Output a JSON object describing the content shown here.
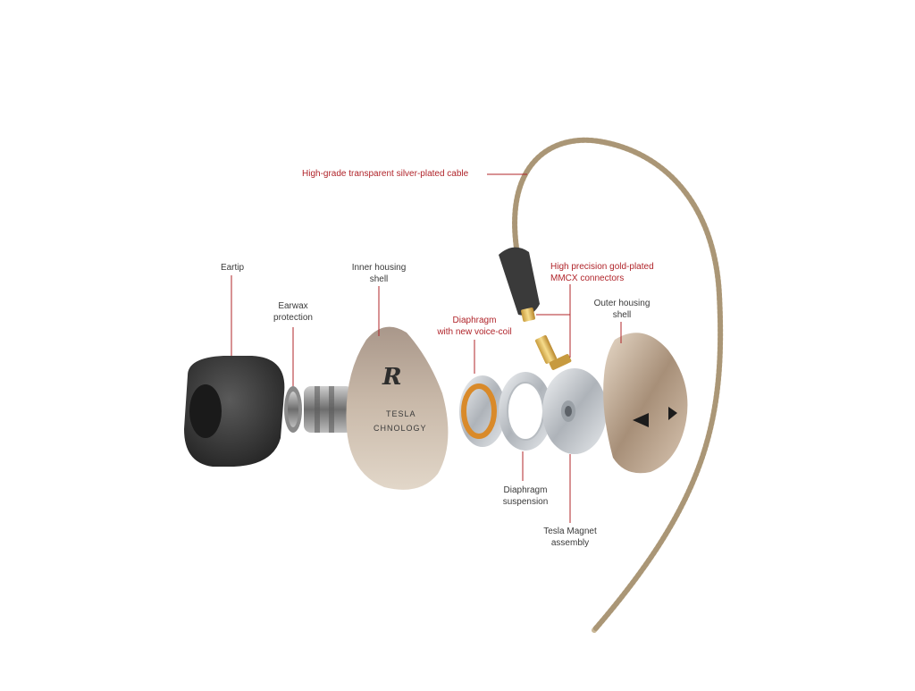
{
  "colors": {
    "grey_text": "#3a3a3a",
    "red_text": "#b0242a",
    "leader_line": "#b0242a",
    "cable": "#c9b796",
    "shell": "#b9a48c",
    "foam_tip": "#3c3c3c",
    "copper_coil": "#d98a2a",
    "silver": "#c9cdd2"
  },
  "labels": {
    "cable": "High-grade transparent silver-plated cable",
    "eartip": "Eartip",
    "earwax_1": "Earwax",
    "earwax_2": "protection",
    "inner_1": "Inner housing",
    "inner_2": "shell",
    "diaphragm_1": "Diaphragm",
    "diaphragm_2": "with new voice-coil",
    "mmcx_1": "High precision gold-plated",
    "mmcx_2": "MMCX connectors",
    "outer_1": "Outer housing",
    "outer_2": "shell",
    "suspension_1": "Diaphragm",
    "suspension_2": "suspension",
    "magnet_1": "Tesla Magnet",
    "magnet_2": "assembly"
  },
  "product_marks": {
    "side": "R",
    "brand_1": "TESLA",
    "brand_2": "CHNOLOGY"
  }
}
